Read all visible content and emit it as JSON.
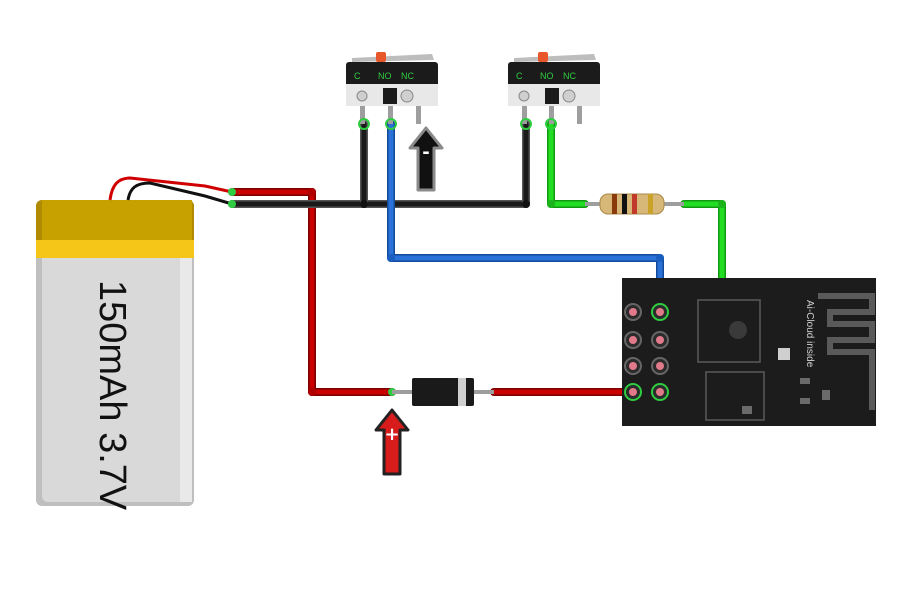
{
  "battery": {
    "label": "150mAh 3.7V"
  },
  "switch_left": {
    "terminals": [
      "C",
      "NO",
      "NC"
    ]
  },
  "switch_right": {
    "terminals": [
      "C",
      "NO",
      "NC"
    ]
  },
  "module": {
    "label": "Ai-Cloud inside"
  },
  "markers": {
    "negative": "-",
    "positive": "+"
  },
  "colors": {
    "wire_red": "#c00000",
    "wire_black": "#1a1a1a",
    "wire_blue": "#2266cc",
    "wire_green": "#22cc22",
    "battery_top": "#f0c419",
    "battery_body": "#d9d9d9",
    "board": "#1c1c1c"
  }
}
